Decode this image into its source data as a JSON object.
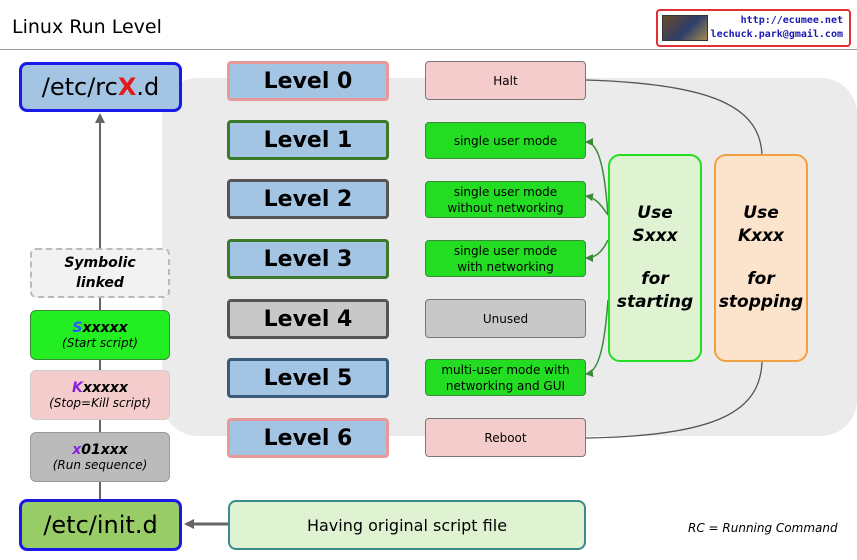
{
  "header": {
    "title": "Linux Run Level",
    "url": "http://ecumee.net",
    "email": "lechuck.park@gmail.com"
  },
  "top_path": {
    "prefix": "/etc/rc",
    "highlight": "X",
    "suffix": ".d"
  },
  "bottom_path": {
    "label": "/etc/init.d"
  },
  "original": {
    "label": "Having original script file"
  },
  "symbolic": {
    "label": "Symbolic\nlinked"
  },
  "start_script": {
    "letter": "S",
    "rest": "xxxxx",
    "caption": "(Start script)"
  },
  "kill_script": {
    "letter": "K",
    "rest": "xxxxx",
    "caption": "(Stop=Kill script)"
  },
  "run_seq": {
    "letter": "x",
    "rest": "01xxx",
    "caption": "(Run sequence)"
  },
  "levels": [
    {
      "label": "Level 0",
      "desc": "Halt",
      "kind": "pink"
    },
    {
      "label": "Level 1",
      "desc": "single user mode",
      "kind": "green"
    },
    {
      "label": "Level 2",
      "desc": "single user mode\nwithout networking",
      "kind": "green"
    },
    {
      "label": "Level 3",
      "desc": "single user mode\nwith networking",
      "kind": "green"
    },
    {
      "label": "Level 4",
      "desc": "Unused",
      "kind": "gray"
    },
    {
      "label": "Level 5",
      "desc": "multi-user mode with\nnetworking and GUI",
      "kind": "green"
    },
    {
      "label": "Level 6",
      "desc": "Reboot",
      "kind": "pink"
    }
  ],
  "use_s": {
    "line1": "Use",
    "line2": "Sxxx",
    "line3": "for",
    "line4": "starting"
  },
  "use_k": {
    "line1": "Use",
    "line2": "Kxxx",
    "line3": "for",
    "line4": "stopping"
  },
  "footnote": "RC = Running Command",
  "colors": {
    "level_fill": "#a4c4e4",
    "green_box": "#22dd22",
    "pink_box": "#f4cccc",
    "start_box": "#dff3d3",
    "stop_box": "#fbe3cc",
    "path_border": "#1a1ae8",
    "highlight_red": "#e41a1a",
    "letter_blue": "#3355ff",
    "letter_purple": "#8822dd"
  }
}
